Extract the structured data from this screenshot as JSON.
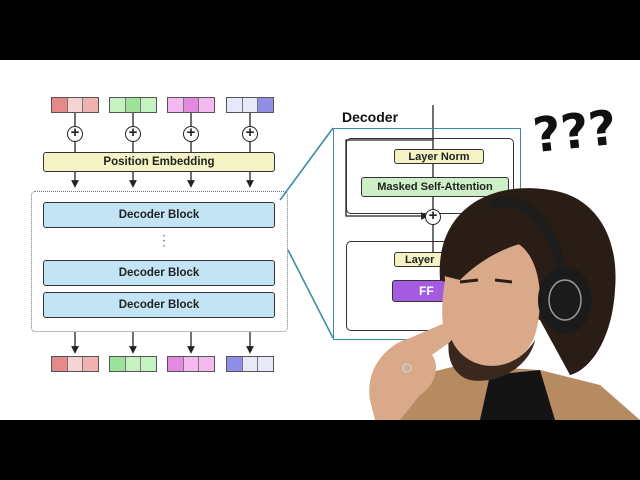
{
  "diagram": {
    "position_embedding_label": "Position Embedding",
    "decoder_block_label": "Decoder Block",
    "ellipsis": "⋮",
    "plus_symbol": "+",
    "decoder_title": "Decoder",
    "layer_norm_label": "Layer Norm",
    "masked_attention_label": "Masked Self-Attention",
    "layer_norm_partial_label": "Layer",
    "ffn_partial_label": "FF"
  },
  "overlay": {
    "question_marks": "???"
  },
  "colors": {
    "red": [
      "#e58a8a",
      "#f6d3d3",
      "#f0b1b1"
    ],
    "green": [
      "#c6f2c2",
      "#9fe39a",
      "#c6f2c2"
    ],
    "magenta": [
      "#f4b9f0",
      "#e489e0",
      "#f4b9f0"
    ],
    "blue": [
      "#e8e8fb",
      "#e8e8fb",
      "#8f8fe6"
    ],
    "position_embedding_fill": "#f4f3c6",
    "decoder_block_fill": "#c2e4f5",
    "layer_norm_fill": "#f4f3c6",
    "attention_fill": "#cdeec6",
    "ffn_fill": "#a45bdf",
    "zoom_line": "#3a8fa6"
  }
}
